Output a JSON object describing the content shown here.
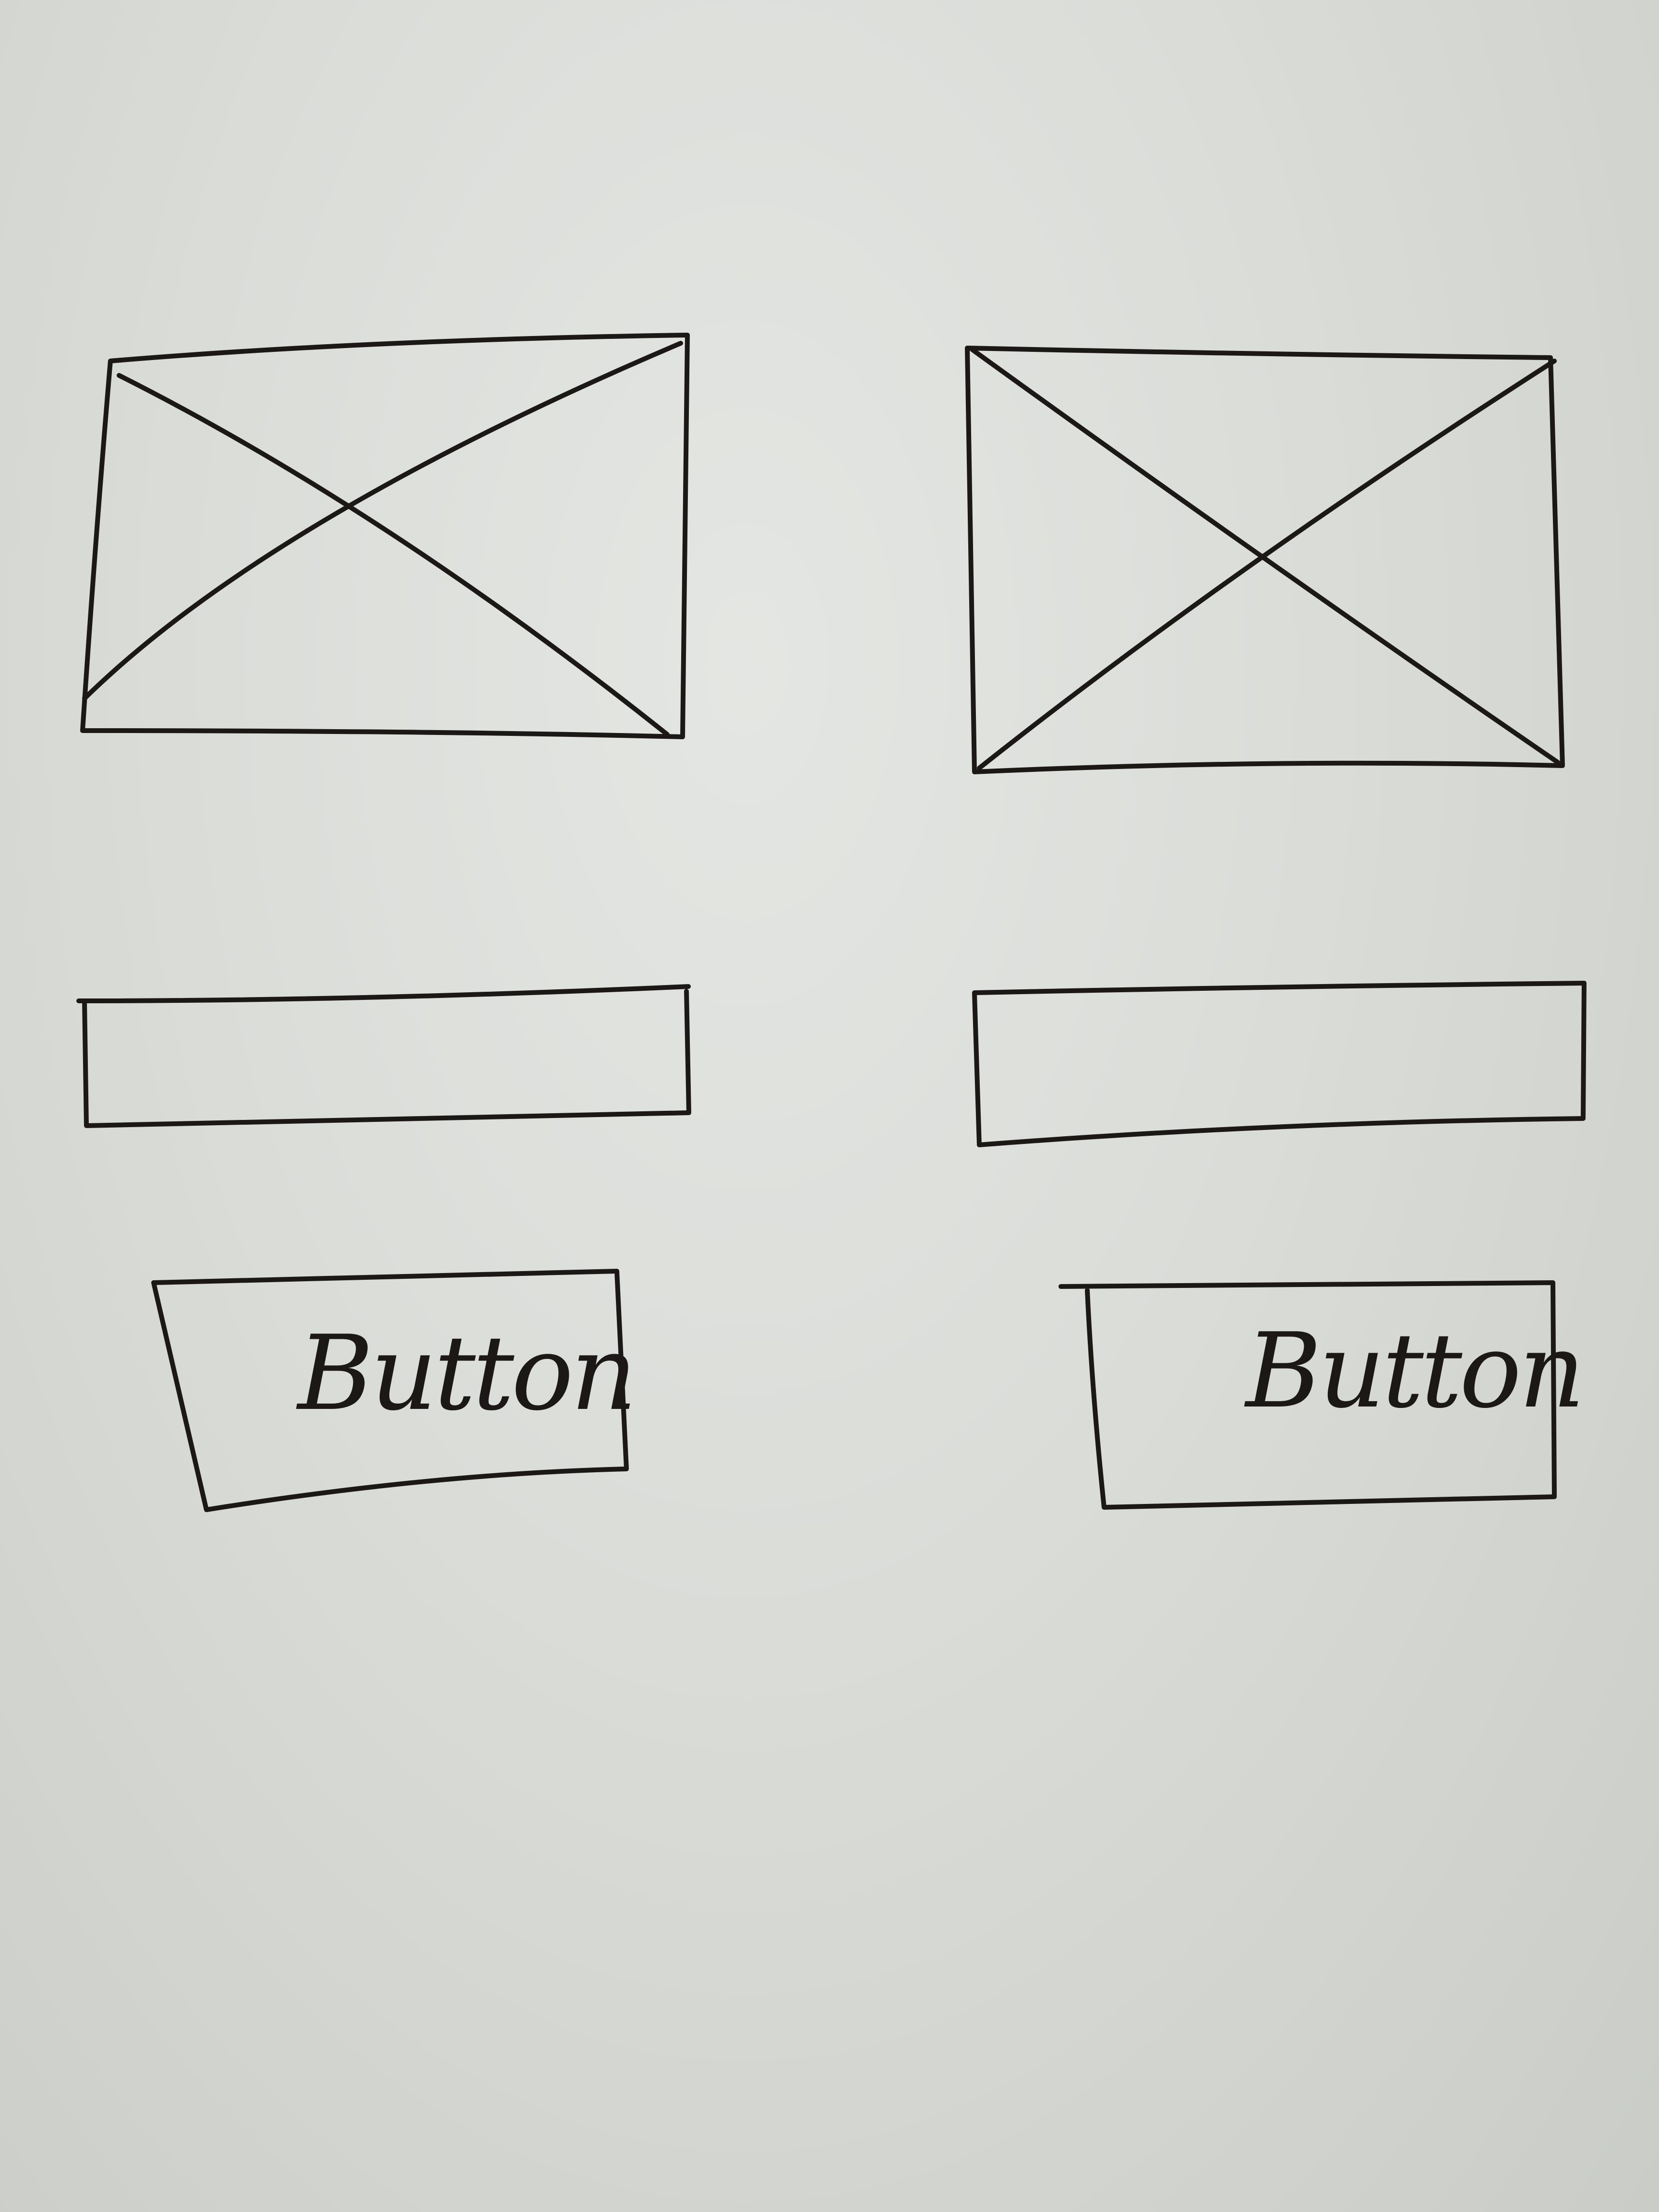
{
  "sketch": {
    "type": "hand-drawn wireframe",
    "ink_color": "#1c1816",
    "paper_color": "#dcdeda",
    "columns": [
      {
        "image_placeholder": {
          "icon": "image-placeholder-x"
        },
        "text_field": {},
        "button": {
          "label": "Button"
        }
      },
      {
        "image_placeholder": {
          "icon": "image-placeholder-x"
        },
        "text_field": {},
        "button": {
          "label": "Button"
        }
      }
    ]
  }
}
